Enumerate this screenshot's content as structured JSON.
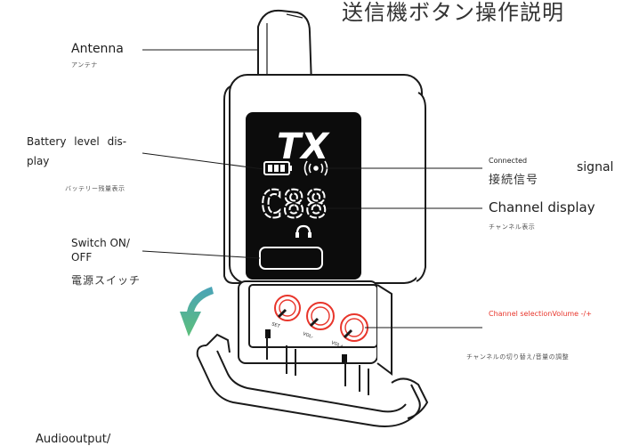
{
  "title": "送信機ボタン操作説明",
  "labels": {
    "antenna_en": "Antenna",
    "antenna_jp": "アンテナ",
    "battery_en_1": "Battery level dis-",
    "battery_en_2": "play",
    "battery_jp": "バッテリー残量表示",
    "switch_en_1": "Switch ON/",
    "switch_en_2": "OFF",
    "switch_jp": "電源スイッチ",
    "connected_en": "Connected",
    "signal_en": "signal",
    "connected_jp": "接続信号",
    "channel_display_en": "Channel display",
    "channel_display_jp": "チャンネル表示",
    "channel_sel_en": "Channel selectionVolume -/+",
    "channel_sel_jp": "チャンネルの切り替え/音量の調整",
    "audio_en": "Audiooutput/"
  },
  "device": {
    "screen_title": "TX",
    "channel_digits": "C88",
    "btn_set": "SET",
    "btn_vol_minus": "VOL-",
    "btn_vol_plus": "VOL+"
  },
  "colors": {
    "accent_red": "#e8352b",
    "arrow_teal": "#4aa3b8",
    "arrow_green": "#5cbf7a",
    "screen_bg": "#0c0c0c"
  }
}
